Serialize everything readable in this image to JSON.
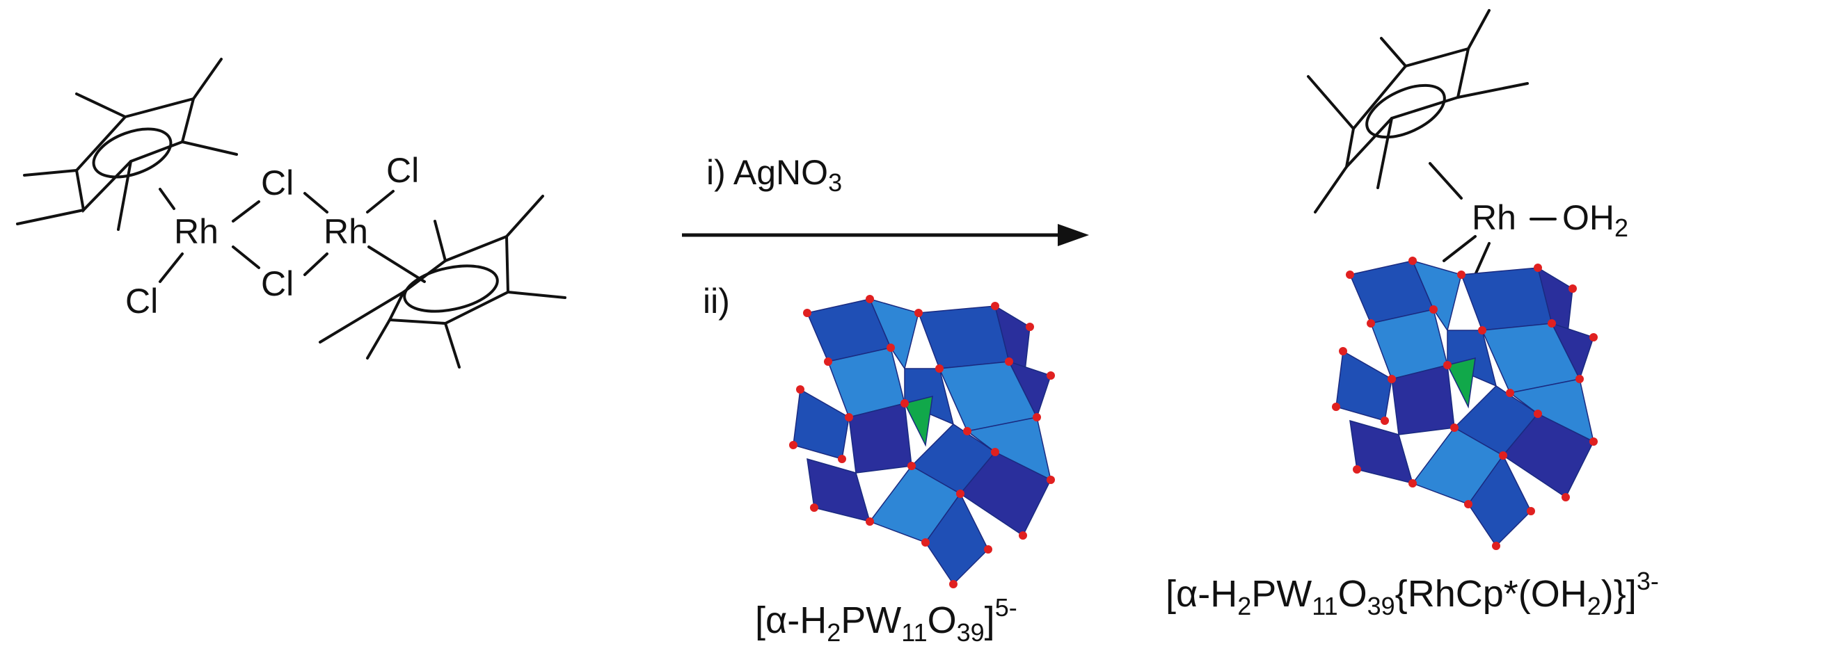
{
  "reactant": {
    "atoms": {
      "rh": "Rh",
      "cl": "Cl"
    }
  },
  "conditions": {
    "step1_prefix": "i) AgNO",
    "step1_sub": "3",
    "step2": "ii)"
  },
  "intermediate_label": {
    "open": "[α-H",
    "s1": "2",
    "p1": "PW",
    "s2": "11",
    "p2": "O",
    "s3": "39",
    "close": "]",
    "charge": "5-"
  },
  "product": {
    "rh": "Rh",
    "oh": "OH",
    "oh_sub": "2"
  },
  "product_label": {
    "open": "[α-H",
    "s1": "2",
    "p1": "PW",
    "s2": "11",
    "p2": "O",
    "s3": "39",
    "p3": "{RhCp*(OH",
    "s4": "2",
    "close": ")}]",
    "charge": "3-"
  },
  "colors": {
    "dark_blue": "#2a2f9c",
    "mid_blue": "#1f4fb5",
    "light_blue": "#2e86d6",
    "green": "#11a84a",
    "oxygen": "#e02020"
  }
}
